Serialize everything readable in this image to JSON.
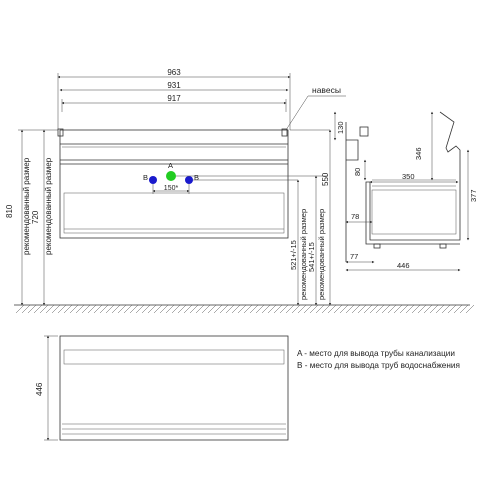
{
  "front": {
    "width_outer": "963",
    "width_mid": "931",
    "width_inner": "917",
    "hinges_label": "навесы",
    "height_total": "810",
    "height_total_label": "рекомендованный размер",
    "height_mount": "720",
    "height_mount_label": "рекомендованный размер",
    "pipe_height": "550",
    "water_height": "521+/-15",
    "water_height_label": "рекомендованный размер",
    "drain_height": "541+/-15",
    "drain_height_label": "рекомендованный размер",
    "pipe_spacing": "150*",
    "point_a": "A",
    "point_b_left": "B",
    "point_b_right": "B"
  },
  "side": {
    "dim_130": "130",
    "dim_346": "346",
    "dim_80": "80",
    "dim_350": "350",
    "dim_377": "377",
    "dim_78": "78",
    "dim_77": "77",
    "dim_446": "446"
  },
  "top_view": {
    "depth": "446"
  },
  "legend": {
    "a": "A - место для вывода трубы канализации",
    "b": "B - место для вывода труб водоснабжения"
  },
  "colors": {
    "drain_marker": "#22cc22",
    "water_marker": "#1a1acc"
  }
}
